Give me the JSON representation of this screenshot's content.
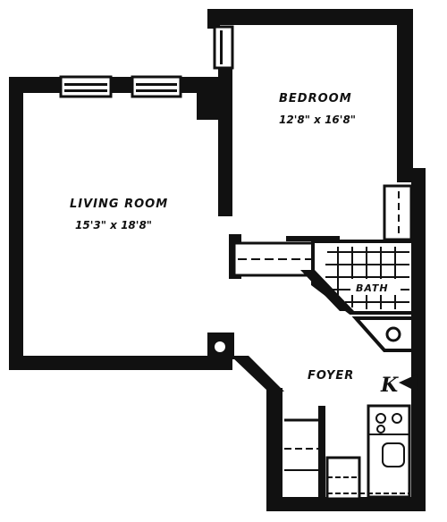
{
  "colors": {
    "wall": "#111111",
    "background": "#ffffff"
  },
  "rooms": {
    "bedroom": {
      "name": "BEDROOM",
      "dimensions": "12'8\" x 16'8\""
    },
    "living_room": {
      "name": "LIVING ROOM",
      "dimensions": "15'3\" x 18'8\""
    },
    "bath": {
      "name": "BATH"
    },
    "foyer": {
      "name": "FOYER"
    },
    "kitchen": {
      "marker": "K"
    }
  }
}
